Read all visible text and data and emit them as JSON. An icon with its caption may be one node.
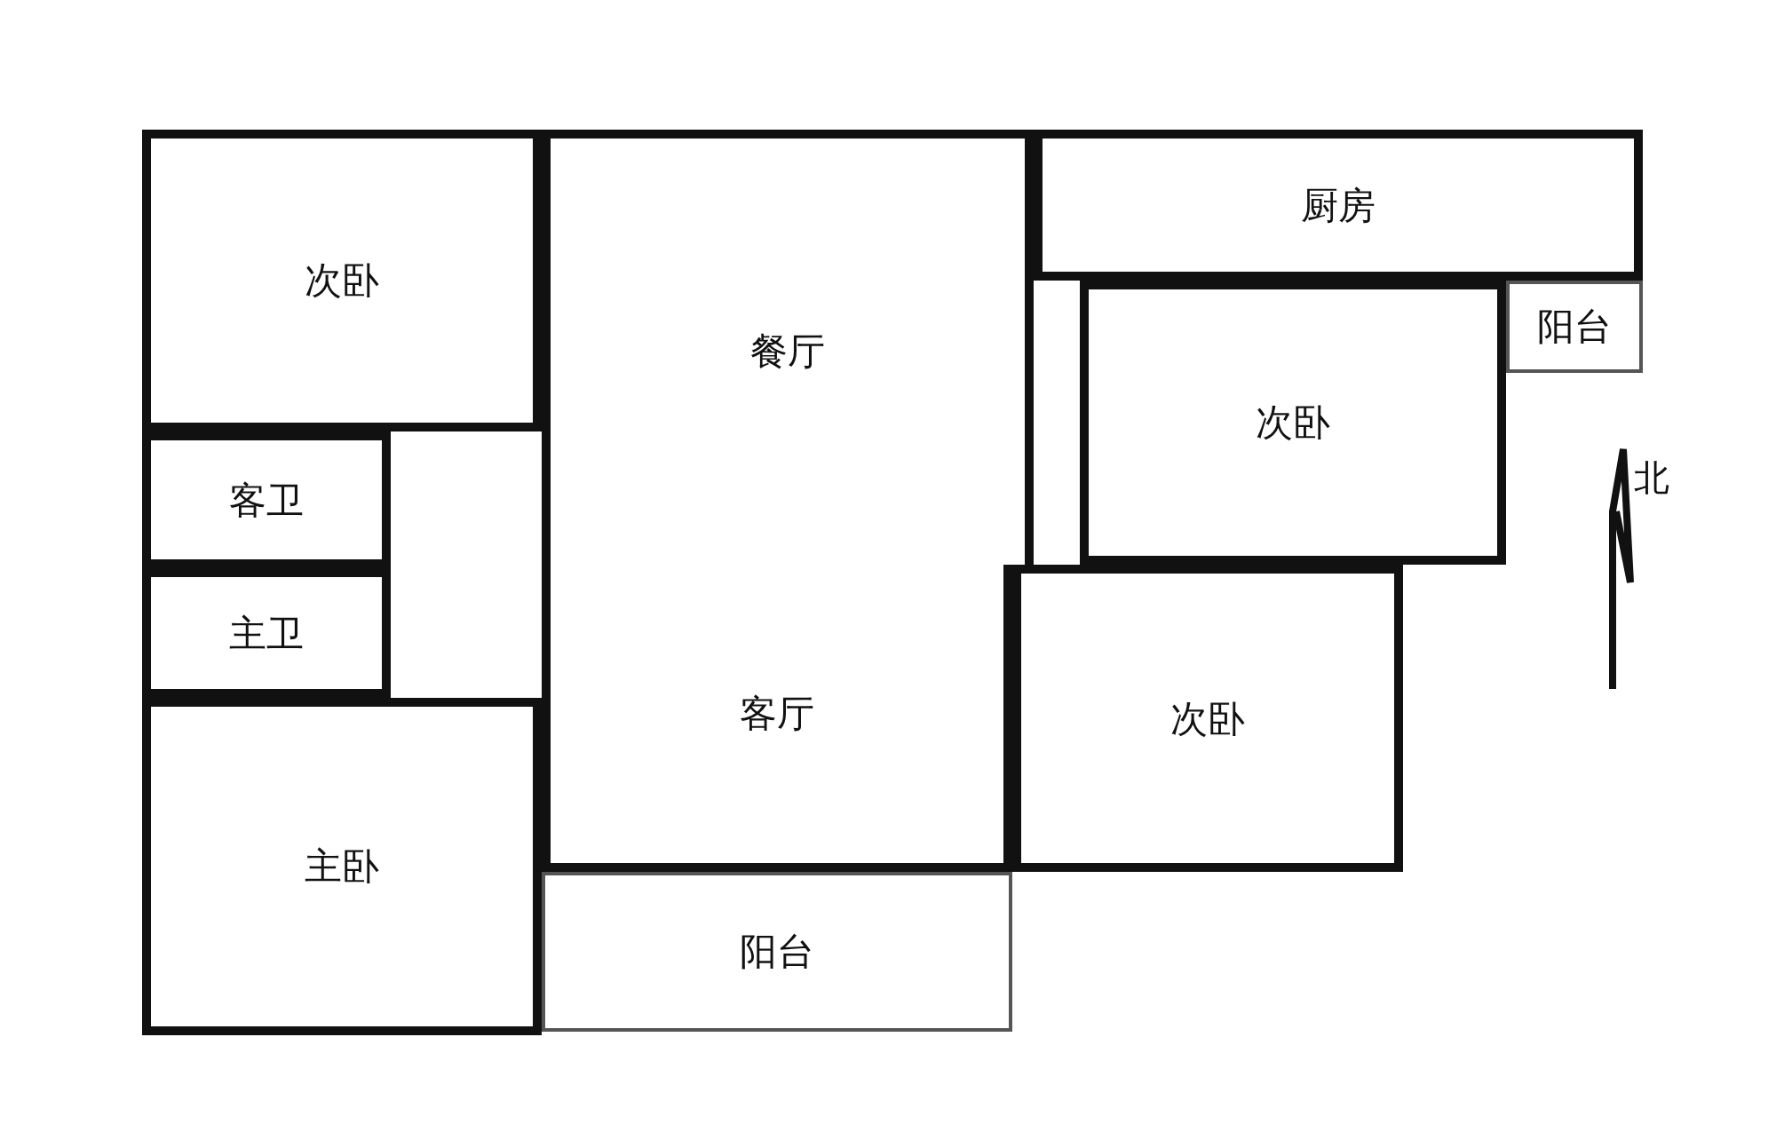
{
  "diagram": {
    "nodes": [
      {
        "text": [
          "次卧"
        ]
      },
      {
        "text": [
          "餐厅"
        ]
      },
      {
        "text": [
          "厨房"
        ]
      },
      {
        "text": [
          "阳台"
        ]
      },
      {
        "text": [
          "次卧"
        ]
      },
      {
        "text": [
          "客卫"
        ]
      },
      {
        "text": [
          "主卫"
        ]
      },
      {
        "text": [
          "客厅"
        ]
      },
      {
        "text": [
          "次卧"
        ]
      },
      {
        "text": [
          "主卧"
        ]
      },
      {
        "text": [
          "阳台"
        ]
      }
    ],
    "edges": [],
    "labels": [
      "北"
    ]
  }
}
